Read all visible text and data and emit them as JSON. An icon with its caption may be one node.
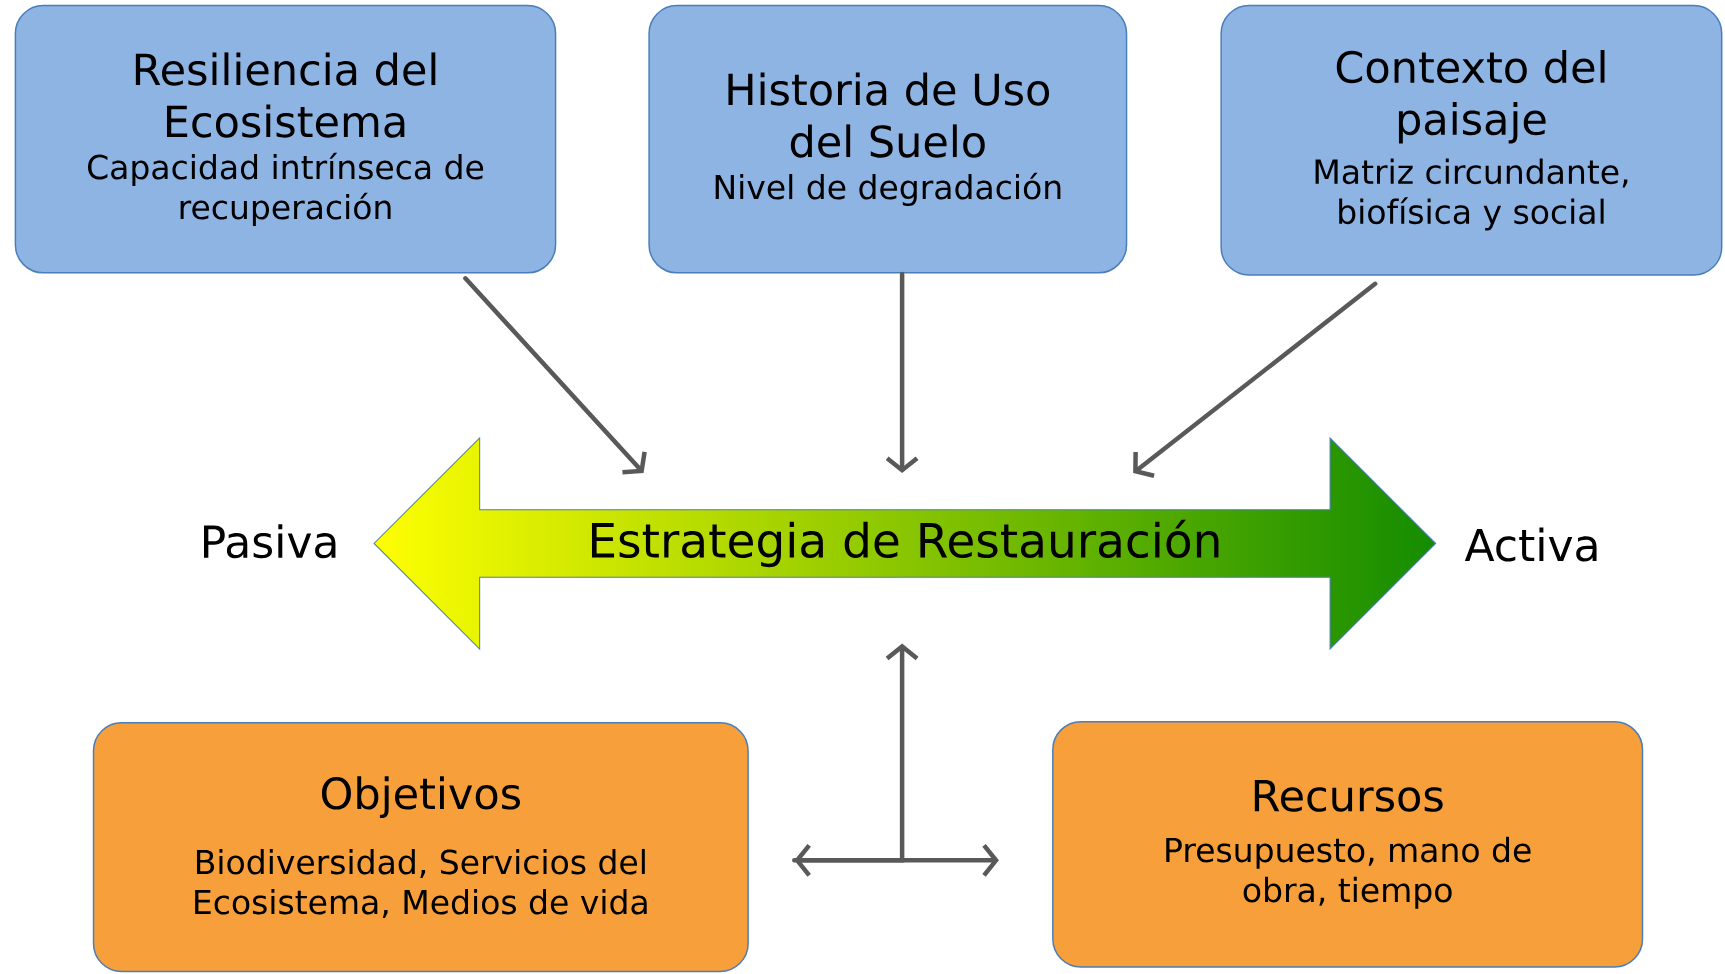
{
  "diagram": {
    "nodes": [
      {
        "text": [
          "Resiliencia del Ecosistema",
          "Capacidad intrínseca de recuperación"
        ]
      },
      {
        "text": [
          "Historia de Uso del Suelo",
          "Nivel de degradación"
        ]
      },
      {
        "text": [
          "Contexto del paisaje",
          "Matriz circundante, biofísica y social"
        ]
      },
      {
        "text": [
          "Estrategia de Restauración"
        ],
        "beside": [
          "Pasiva",
          "Activa"
        ]
      },
      {
        "text": [
          "Objetivos",
          "Biodiversidad, Servicios del Ecosistema, Medios de vida"
        ]
      },
      {
        "text": [
          "Recursos",
          "Presupuesto, mano de obra, tiempo"
        ]
      }
    ],
    "edges": [
      {
        "from": 0,
        "to": 3,
        "arrow": "to"
      },
      {
        "from": 1,
        "to": 3,
        "arrow": "to"
      },
      {
        "from": 2,
        "to": 3,
        "arrow": "to"
      },
      {
        "from": 4,
        "to": 5,
        "arrow": "both"
      },
      {
        "from": 4,
        "to": 3,
        "arrow": "to"
      }
    ]
  }
}
